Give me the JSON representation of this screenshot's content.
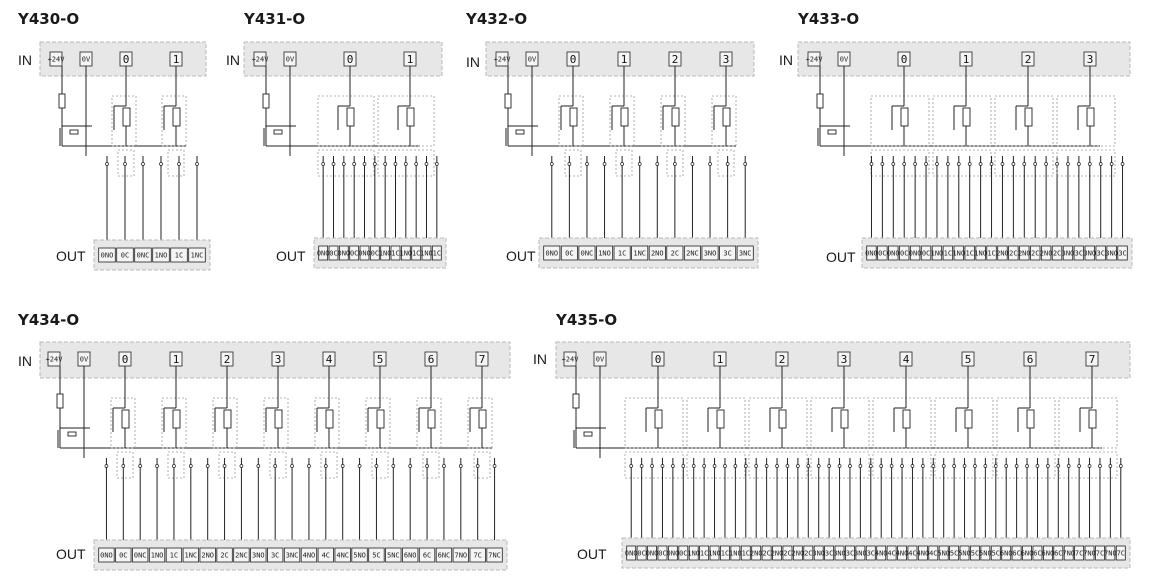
{
  "modules": [
    {
      "title": "Y430-O",
      "in_label": "IN",
      "out_label": "OUT",
      "in_terms": [
        "+24V",
        "0V"
      ],
      "channels": [
        "0",
        "1"
      ],
      "outputs": [
        "0NO",
        "0C",
        "0NC",
        "1NO",
        "1C",
        "1NC"
      ]
    },
    {
      "title": "Y431-O",
      "in_label": "IN",
      "out_label": "OUT",
      "in_terms": [
        "+24V",
        "0V"
      ],
      "channels": [
        "0",
        "1"
      ],
      "outputs": [
        "0NO",
        "0C",
        "0NO",
        "0C",
        "0NO",
        "0C",
        "1NO",
        "1C",
        "1NO",
        "1C",
        "1NO",
        "1C"
      ]
    },
    {
      "title": "Y432-O",
      "in_label": "IN",
      "out_label": "OUT",
      "in_terms": [
        "+24V",
        "0V"
      ],
      "channels": [
        "0",
        "1",
        "2",
        "3"
      ],
      "outputs": [
        "0NO",
        "0C",
        "0NC",
        "1NO",
        "1C",
        "1NC",
        "2NO",
        "2C",
        "2NC",
        "3NO",
        "3C",
        "3NC"
      ]
    },
    {
      "title": "Y433-O",
      "in_label": "IN",
      "out_label": "OUT",
      "in_terms": [
        "+24V",
        "0V"
      ],
      "channels": [
        "0",
        "1",
        "2",
        "3"
      ],
      "outputs": [
        "0NO",
        "0C",
        "0NO",
        "0C",
        "0NO",
        "0C",
        "1NO",
        "1C",
        "1NO",
        "1C",
        "1NO",
        "1C",
        "2NO",
        "2C",
        "2NO",
        "2C",
        "2NO",
        "2C",
        "3NO",
        "3C",
        "3NO",
        "3C",
        "3NO",
        "3C"
      ]
    },
    {
      "title": "Y434-O",
      "in_label": "IN",
      "out_label": "OUT",
      "in_terms": [
        "+24V",
        "0V"
      ],
      "channels": [
        "0",
        "1",
        "2",
        "3",
        "4",
        "5",
        "6",
        "7"
      ],
      "outputs": [
        "0NO",
        "0C",
        "0NC",
        "1NO",
        "1C",
        "1NC",
        "2NO",
        "2C",
        "2NC",
        "3NO",
        "3C",
        "3NC",
        "4NO",
        "4C",
        "4NC",
        "5NO",
        "5C",
        "5NC",
        "6NO",
        "6C",
        "6NC",
        "7NO",
        "7C",
        "7NC"
      ]
    },
    {
      "title": "Y435-O",
      "in_label": "IN",
      "out_label": "OUT",
      "in_terms": [
        "+24V",
        "0V"
      ],
      "channels": [
        "0",
        "1",
        "2",
        "3",
        "4",
        "5",
        "6",
        "7"
      ],
      "outputs": [
        "0NO",
        "0C",
        "0NO",
        "0C",
        "0NO",
        "0C",
        "1NO",
        "1C",
        "1NO",
        "1C",
        "1NO",
        "1C",
        "2NO",
        "2C",
        "2NO",
        "2C",
        "2NO",
        "2C",
        "3NO",
        "3C",
        "3NO",
        "3C",
        "3NO",
        "3C",
        "4NO",
        "4C",
        "4NO",
        "4C",
        "4NO",
        "4C",
        "5NO",
        "5C",
        "5NO",
        "5C",
        "5NO",
        "5C",
        "6NO",
        "6C",
        "6NO",
        "6C",
        "6NO",
        "6C",
        "7NO",
        "7C",
        "7NO",
        "7C",
        "7NO",
        "7C"
      ]
    }
  ]
}
